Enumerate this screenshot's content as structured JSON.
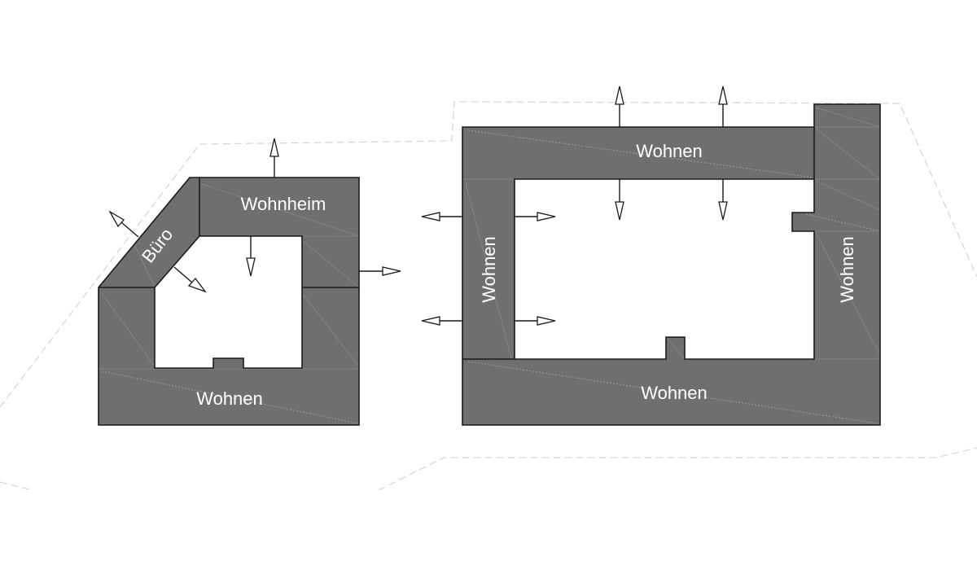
{
  "diagram": {
    "type": "site-plan",
    "colors": {
      "building_fill": "#6f6f6f",
      "outline": "#1a1a1a",
      "site_boundary": "#d4d4d4",
      "label_text": "#ffffff",
      "background": "#ffffff"
    },
    "left_building": {
      "labels": {
        "office": "Büro",
        "dormitory": "Wohnheim",
        "living": "Wohnen"
      }
    },
    "right_building": {
      "labels": {
        "north_wing": "Wohnen",
        "west_wing": "Wohnen",
        "east_wing": "Wohnen",
        "south_wing": "Wohnen"
      }
    }
  }
}
